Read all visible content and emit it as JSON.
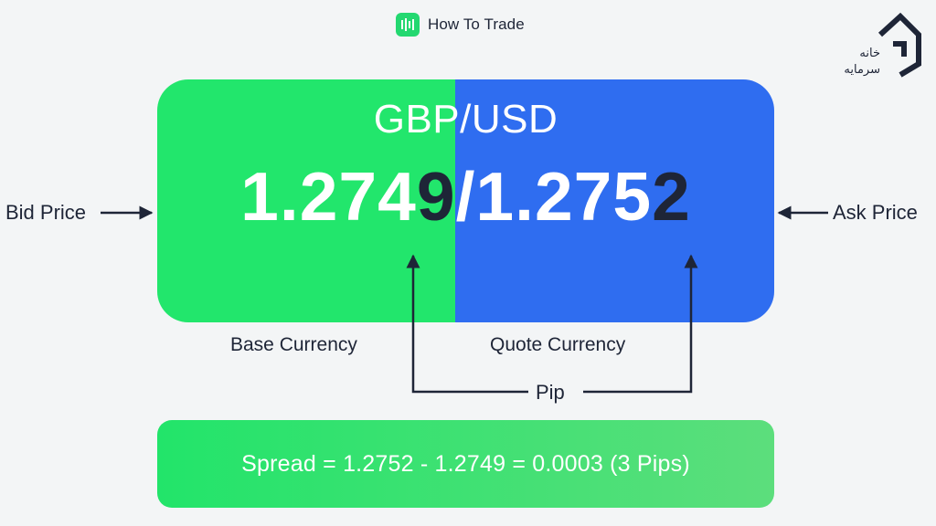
{
  "brand": {
    "name": "How To Trade",
    "logo_color": "#23d870"
  },
  "corner_logo": {
    "line1": "خانه",
    "line2": "سرمایه"
  },
  "diagram": {
    "pair": "GBP/USD",
    "bid_main": "1.274",
    "bid_pip": "9",
    "separator": "/",
    "ask_main": "1.275",
    "ask_pip": "2",
    "bid_label": "Bid Price",
    "ask_label": "Ask Price",
    "base_label": "Base Currency",
    "quote_label": "Quote Currency",
    "pip_label": "Pip",
    "spread": "Spread = 1.2752 - 1.2749 = 0.0003 (3 Pips)"
  },
  "colors": {
    "base": "#22e66c",
    "quote": "#2f6df0",
    "ink": "#1e2537",
    "background": "#f3f5f6"
  }
}
